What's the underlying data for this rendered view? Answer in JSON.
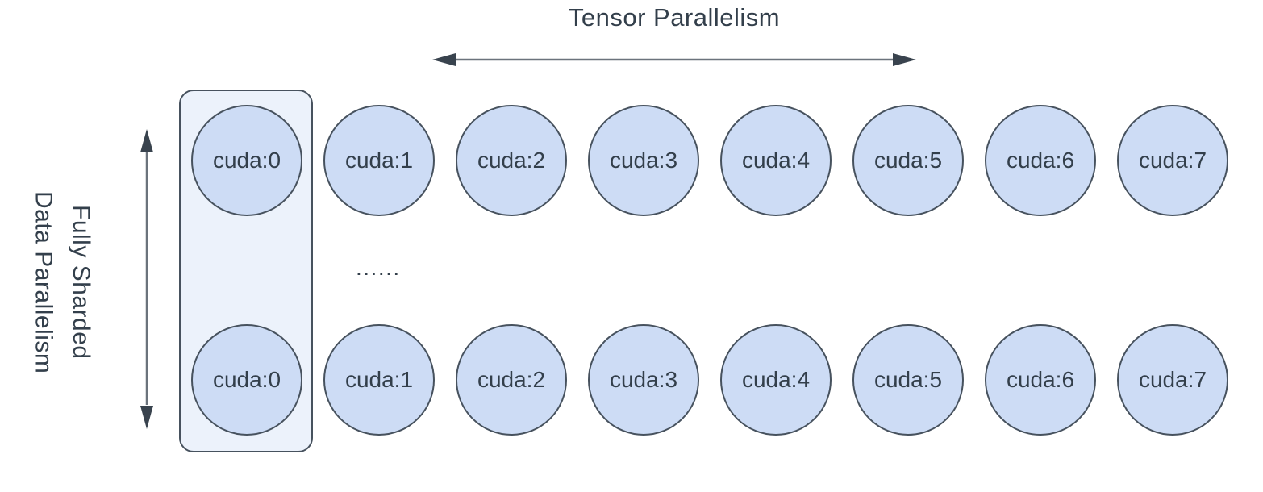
{
  "diagram": {
    "title": "Tensor Parallelism",
    "side_label": [
      "Fully Sharded",
      "Data Parallelism"
    ],
    "ellipsis": "......",
    "colors": {
      "node_fill": "#cddcf5",
      "node_stroke": "#47525e",
      "group_fill": "#ecf2fb",
      "group_stroke": "#47525e",
      "text": "#333f4b",
      "arrow_line": "#6b737c",
      "arrow_head": "#39434e",
      "background": "#ffffff"
    },
    "rows": [
      {
        "name": "top",
        "nodes": [
          "cuda:0",
          "cuda:1",
          "cuda:2",
          "cuda:3",
          "cuda:4",
          "cuda:5",
          "cuda:6",
          "cuda:7"
        ]
      },
      {
        "name": "bottom",
        "nodes": [
          "cuda:0",
          "cuda:1",
          "cuda:2",
          "cuda:3",
          "cuda:4",
          "cuda:5",
          "cuda:6",
          "cuda:7"
        ]
      }
    ]
  }
}
